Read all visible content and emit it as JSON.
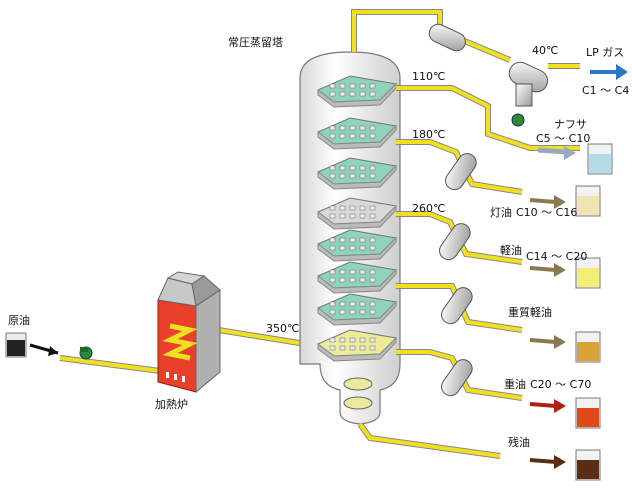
{
  "title": "常圧蒸留塔",
  "feed": {
    "crude_label": "原油",
    "furnace_label": "加熱炉",
    "furnace_temp": "350℃"
  },
  "top": {
    "gas_temp": "40℃",
    "gas_name": "LP ガス",
    "gas_carbon": "C1 ～ C4",
    "naphtha_name": "ナフサ",
    "naphtha_carbon": "C5 ～ C10",
    "naphtha_temp": "110℃"
  },
  "side_temps": {
    "t180": "180℃",
    "t260": "260℃"
  },
  "products": [
    {
      "name": "灯油",
      "carbon": "C10 ～ C16",
      "color": "#efe6b4"
    },
    {
      "name": "軽油",
      "carbon": "C14 ～ C20",
      "color": "#f2ee78"
    },
    {
      "name": "重質軽油",
      "carbon": "",
      "color": "#d9a23a"
    },
    {
      "name": "重油",
      "carbon": "C20 ～ C70",
      "color": "#e04a1a"
    },
    {
      "name": "残油",
      "carbon": "",
      "color": "#5a2c14"
    }
  ],
  "colors": {
    "pipe": "#f0e020",
    "tower": "#f2f2f2",
    "tray": "#8fd4b8",
    "bottom_tray": "#ecec9a",
    "furnace": "#e8402a",
    "gas_arrow": "#2a78c6",
    "naphtha_liquid": "#b4dce6"
  },
  "icons": [
    "pump-icon",
    "condenser-icon",
    "cooler-icon",
    "beaker-icon",
    "arrow-icon"
  ]
}
